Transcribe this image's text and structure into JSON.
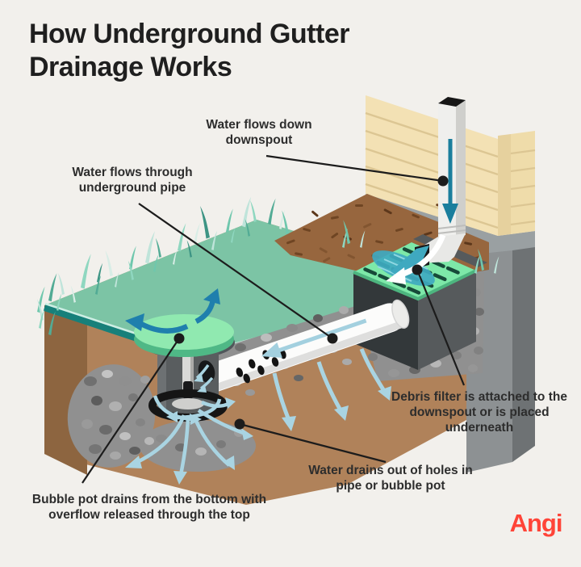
{
  "page": {
    "background": "#f2f0ec"
  },
  "title": {
    "text": "How Underground Gutter Drainage Works"
  },
  "labels": {
    "downspout": {
      "text": "Water flows down downspout"
    },
    "pipe": {
      "text": "Water flows through underground pipe"
    },
    "debris": {
      "text": "Debris filter is attached to the downspout or is placed underneath"
    },
    "holes": {
      "text": "Water drains out of holes in pipe or bubble pot"
    },
    "bubble_pot": {
      "text": "Bubble pot drains from the bottom with overflow released through the top"
    }
  },
  "brand": {
    "name": "Angi",
    "color": "#ff4438"
  },
  "colors": {
    "background": "#f2f0ec",
    "title_text": "#1f1f1f",
    "label_text": "#2d2d2d",
    "leader_line": "#1c1c1c",
    "siding_tan": "#f3e1b4",
    "foundation_gray": "#8d9193",
    "lawn_green": "#7cc4a5",
    "lawn_edge_teal": "#17807a",
    "soil_brown": "#b0825a",
    "mulch_brown": "#97663e",
    "gravel_gray": "#909090",
    "pipe_white": "#fcfcfb",
    "water_light_blue": "#a9d4e2",
    "water_teal": "#3fa9c0",
    "flow_arrow_blue": "#1f7fad",
    "grate_green": "#7de8a8",
    "lid_green": "#90e9b0",
    "brand_red": "#ff4438"
  },
  "illustration": {
    "parts": [
      "house-siding",
      "foundation",
      "downspout",
      "debris-filter-grate",
      "catch-basin",
      "underground-pipe",
      "bubble-pot",
      "lawn",
      "mulch-bed",
      "gravel-bed",
      "soil-block"
    ]
  }
}
